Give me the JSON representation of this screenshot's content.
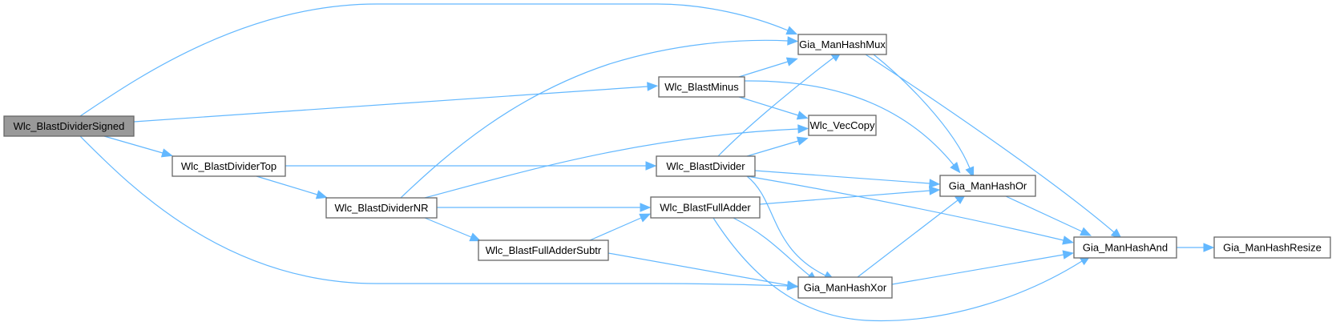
{
  "graph": {
    "type": "call-graph",
    "colors": {
      "edge": "#63b8ff",
      "node_border": "#666666",
      "root_fill": "#999999",
      "node_fill": "#ffffff"
    },
    "nodes": [
      {
        "id": "n0",
        "label": "Wlc_BlastDividerSigned",
        "root": true
      },
      {
        "id": "n1",
        "label": "Wlc_BlastDividerTop"
      },
      {
        "id": "n2",
        "label": "Wlc_BlastDividerNR"
      },
      {
        "id": "n3",
        "label": "Wlc_BlastFullAdderSubtr"
      },
      {
        "id": "n4",
        "label": "Wlc_BlastMinus"
      },
      {
        "id": "n5",
        "label": "Wlc_BlastDivider"
      },
      {
        "id": "n6",
        "label": "Wlc_BlastFullAdder"
      },
      {
        "id": "n7",
        "label": "Gia_ManHashMux"
      },
      {
        "id": "n8",
        "label": "Wlc_VecCopy"
      },
      {
        "id": "n9",
        "label": "Gia_ManHashOr"
      },
      {
        "id": "n10",
        "label": "Gia_ManHashXor"
      },
      {
        "id": "n11",
        "label": "Gia_ManHashAnd"
      },
      {
        "id": "n12",
        "label": "Gia_ManHashResize"
      }
    ],
    "edges": [
      {
        "from": "n0",
        "to": "n7"
      },
      {
        "from": "n0",
        "to": "n4"
      },
      {
        "from": "n0",
        "to": "n1"
      },
      {
        "from": "n0",
        "to": "n10"
      },
      {
        "from": "n1",
        "to": "n5"
      },
      {
        "from": "n1",
        "to": "n2"
      },
      {
        "from": "n2",
        "to": "n7"
      },
      {
        "from": "n2",
        "to": "n8"
      },
      {
        "from": "n2",
        "to": "n6"
      },
      {
        "from": "n2",
        "to": "n3"
      },
      {
        "from": "n3",
        "to": "n6"
      },
      {
        "from": "n3",
        "to": "n10"
      },
      {
        "from": "n4",
        "to": "n7"
      },
      {
        "from": "n4",
        "to": "n8"
      },
      {
        "from": "n4",
        "to": "n9"
      },
      {
        "from": "n5",
        "to": "n7"
      },
      {
        "from": "n5",
        "to": "n8"
      },
      {
        "from": "n5",
        "to": "n9"
      },
      {
        "from": "n5",
        "to": "n11"
      },
      {
        "from": "n5",
        "to": "n10"
      },
      {
        "from": "n6",
        "to": "n9"
      },
      {
        "from": "n6",
        "to": "n10"
      },
      {
        "from": "n6",
        "to": "n11"
      },
      {
        "from": "n7",
        "to": "n9"
      },
      {
        "from": "n7",
        "to": "n11"
      },
      {
        "from": "n9",
        "to": "n11"
      },
      {
        "from": "n10",
        "to": "n9"
      },
      {
        "from": "n10",
        "to": "n11"
      },
      {
        "from": "n11",
        "to": "n12"
      }
    ]
  }
}
